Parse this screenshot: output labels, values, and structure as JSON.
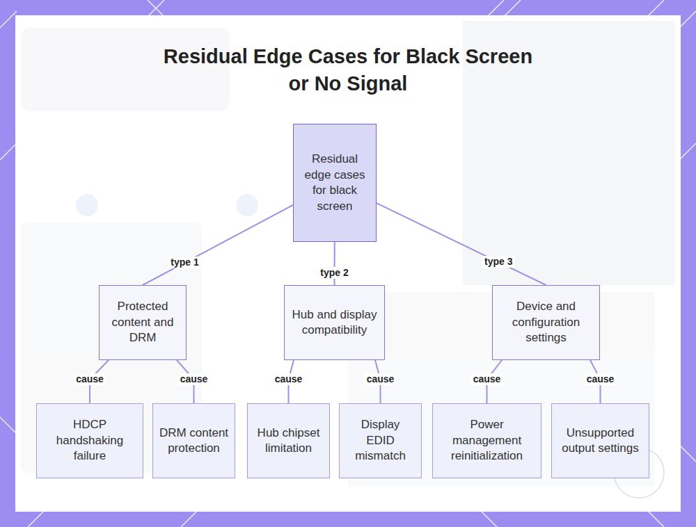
{
  "diagram": {
    "title": "Residual Edge Cases for Black Screen or No Signal",
    "nodes": [
      {
        "text": [
          "Residual edge cases for black screen"
        ]
      },
      {
        "text": [
          "Protected content and DRM"
        ]
      },
      {
        "text": [
          "Hub and display compatibility"
        ]
      },
      {
        "text": [
          "Device and configuration settings"
        ]
      },
      {
        "text": [
          "HDCP handshaking failure"
        ]
      },
      {
        "text": [
          "DRM content protection"
        ]
      },
      {
        "text": [
          "Hub chipset limitation"
        ]
      },
      {
        "text": [
          "Display EDID mismatch"
        ]
      },
      {
        "text": [
          "Power management reinitialization"
        ]
      },
      {
        "text": [
          "Unsupported output settings"
        ]
      }
    ],
    "edges": [
      {
        "from": 0,
        "to": 1,
        "label": "type 1",
        "arrow": "none"
      },
      {
        "from": 0,
        "to": 2,
        "label": "type 2",
        "arrow": "none"
      },
      {
        "from": 0,
        "to": 3,
        "label": "type 3",
        "arrow": "none"
      },
      {
        "from": 1,
        "to": 4,
        "label": "cause",
        "arrow": "none"
      },
      {
        "from": 1,
        "to": 5,
        "label": "cause",
        "arrow": "none"
      },
      {
        "from": 2,
        "to": 6,
        "label": "cause",
        "arrow": "none"
      },
      {
        "from": 2,
        "to": 7,
        "label": "cause",
        "arrow": "none"
      },
      {
        "from": 3,
        "to": 8,
        "label": "cause",
        "arrow": "none"
      },
      {
        "from": 3,
        "to": 9,
        "label": "cause",
        "arrow": "none"
      }
    ]
  }
}
